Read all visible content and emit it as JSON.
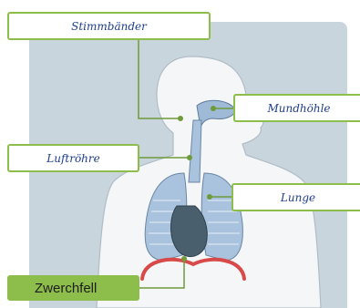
{
  "labels": {
    "stimmbaender": "Stimmbänder",
    "mundhoehle": "Mundhöhle",
    "luftroehre": "Luftröhre",
    "lunge": "Lunge",
    "zwerchfell": "Zwerchfell"
  },
  "colors": {
    "panel_background": "#c9d5dd",
    "label_border": "#8dbd4a",
    "label_text": "#1f3f8a",
    "body_fill": "#f4f6f8",
    "lung_fill": "#a9c3de",
    "heart_fill": "#4a5f6d",
    "diaphragm": "#d84a4a",
    "leader_line": "#6f9a3a"
  }
}
